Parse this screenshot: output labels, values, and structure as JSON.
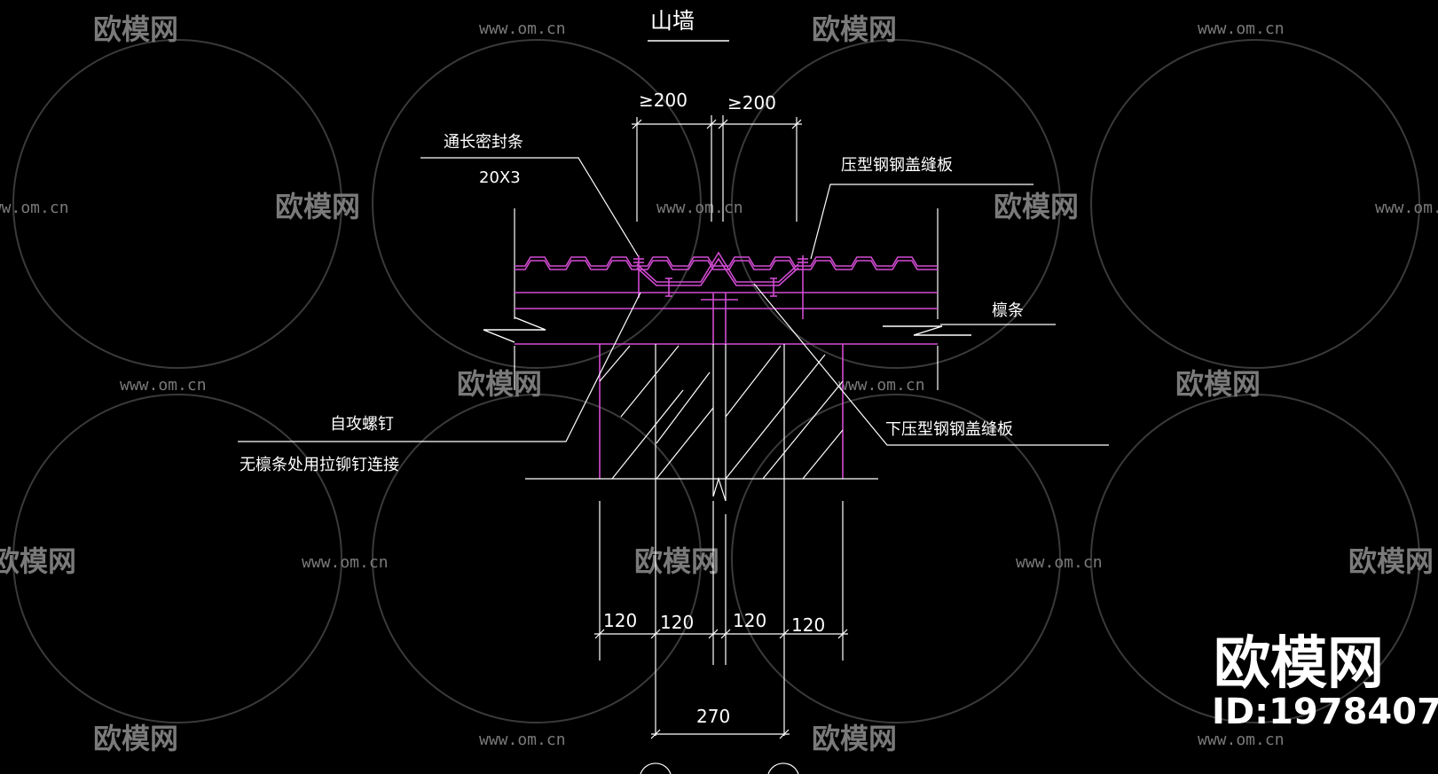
{
  "drawing": {
    "title": "山墙",
    "labels": {
      "seal_strip": "通长密封条",
      "seal_strip_size": "20X3",
      "upper_cover": "压型钢钢盖缝板",
      "purlin": "檩条",
      "screw": "自攻螺钉",
      "rivet_note": "无檩条处用拉铆钉连接",
      "lower_cover": "下压型钢钢盖缝板"
    },
    "dims": {
      "left_200": "≥200",
      "right_200": "≥200",
      "d120_1": "120",
      "d120_2": "120",
      "d120_3": "120",
      "d120_4": "120",
      "total": "270"
    }
  },
  "watermark": {
    "brand": "欧模网",
    "url": "www.om.cn"
  },
  "stamp": {
    "brand": "欧模网",
    "id": "ID:1978407"
  },
  "colors": {
    "background": "#000000",
    "line": "#ffffff",
    "profile": "#d24bd2",
    "watermark": "#7a7a7a"
  }
}
